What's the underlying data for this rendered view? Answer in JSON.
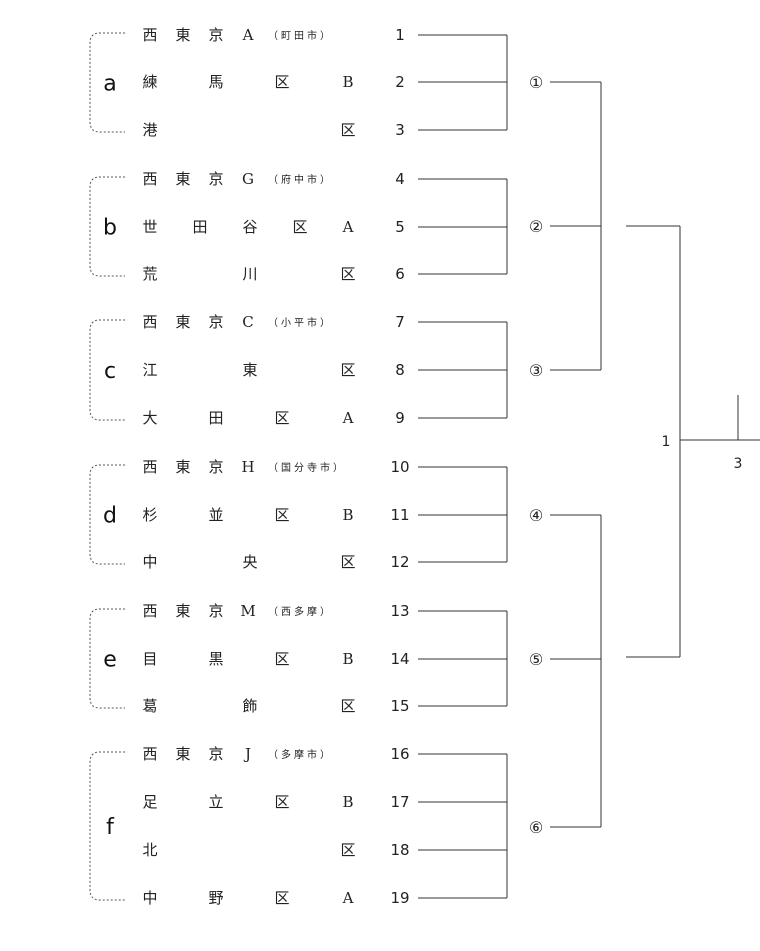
{
  "groups": [
    {
      "letter": "a",
      "teams": [
        {
          "name": [
            "西",
            "東",
            "京",
            "A"
          ],
          "suffix": "（町田市）",
          "no": "1"
        },
        {
          "name": [
            "練",
            "馬",
            "区",
            "B"
          ],
          "suffix": "",
          "no": "2"
        },
        {
          "name": [
            "港",
            "区"
          ],
          "suffix": "",
          "no": "3"
        }
      ]
    },
    {
      "letter": "b",
      "teams": [
        {
          "name": [
            "西",
            "東",
            "京",
            "G"
          ],
          "suffix": "（府中市）",
          "no": "4"
        },
        {
          "name": [
            "世",
            "田",
            "谷",
            "区",
            "A"
          ],
          "suffix": "",
          "no": "5"
        },
        {
          "name": [
            "荒",
            "川",
            "区"
          ],
          "suffix": "",
          "no": "6"
        }
      ]
    },
    {
      "letter": "c",
      "teams": [
        {
          "name": [
            "西",
            "東",
            "京",
            "C"
          ],
          "suffix": "（小平市）",
          "no": "7"
        },
        {
          "name": [
            "江",
            "東",
            "区"
          ],
          "suffix": "",
          "no": "8"
        },
        {
          "name": [
            "大",
            "田",
            "区",
            "A"
          ],
          "suffix": "",
          "no": "9"
        }
      ]
    },
    {
      "letter": "d",
      "teams": [
        {
          "name": [
            "西",
            "東",
            "京",
            "H"
          ],
          "suffix": "（国分寺市）",
          "no": "10"
        },
        {
          "name": [
            "杉",
            "並",
            "区",
            "B"
          ],
          "suffix": "",
          "no": "11"
        },
        {
          "name": [
            "中",
            "央",
            "区"
          ],
          "suffix": "",
          "no": "12"
        }
      ]
    },
    {
      "letter": "e",
      "teams": [
        {
          "name": [
            "西",
            "東",
            "京",
            "M"
          ],
          "suffix": "（西多摩）",
          "no": "13"
        },
        {
          "name": [
            "目",
            "黒",
            "区",
            "B"
          ],
          "suffix": "",
          "no": "14"
        },
        {
          "name": [
            "葛",
            "飾",
            "区"
          ],
          "suffix": "",
          "no": "15"
        }
      ]
    },
    {
      "letter": "f",
      "teams": [
        {
          "name": [
            "西",
            "東",
            "京",
            "J"
          ],
          "suffix": "（多摩市）",
          "no": "16"
        },
        {
          "name": [
            "足",
            "立",
            "区",
            "B"
          ],
          "suffix": "",
          "no": "17"
        },
        {
          "name": [
            "北",
            "区"
          ],
          "suffix": "",
          "no": "18"
        },
        {
          "name": [
            "中",
            "野",
            "区",
            "A"
          ],
          "suffix": "",
          "no": "19"
        }
      ]
    }
  ],
  "matches": [
    "①",
    "②",
    "③",
    "④",
    "⑤",
    "⑥"
  ],
  "final": {
    "left_label": "1",
    "right_label": "3"
  }
}
